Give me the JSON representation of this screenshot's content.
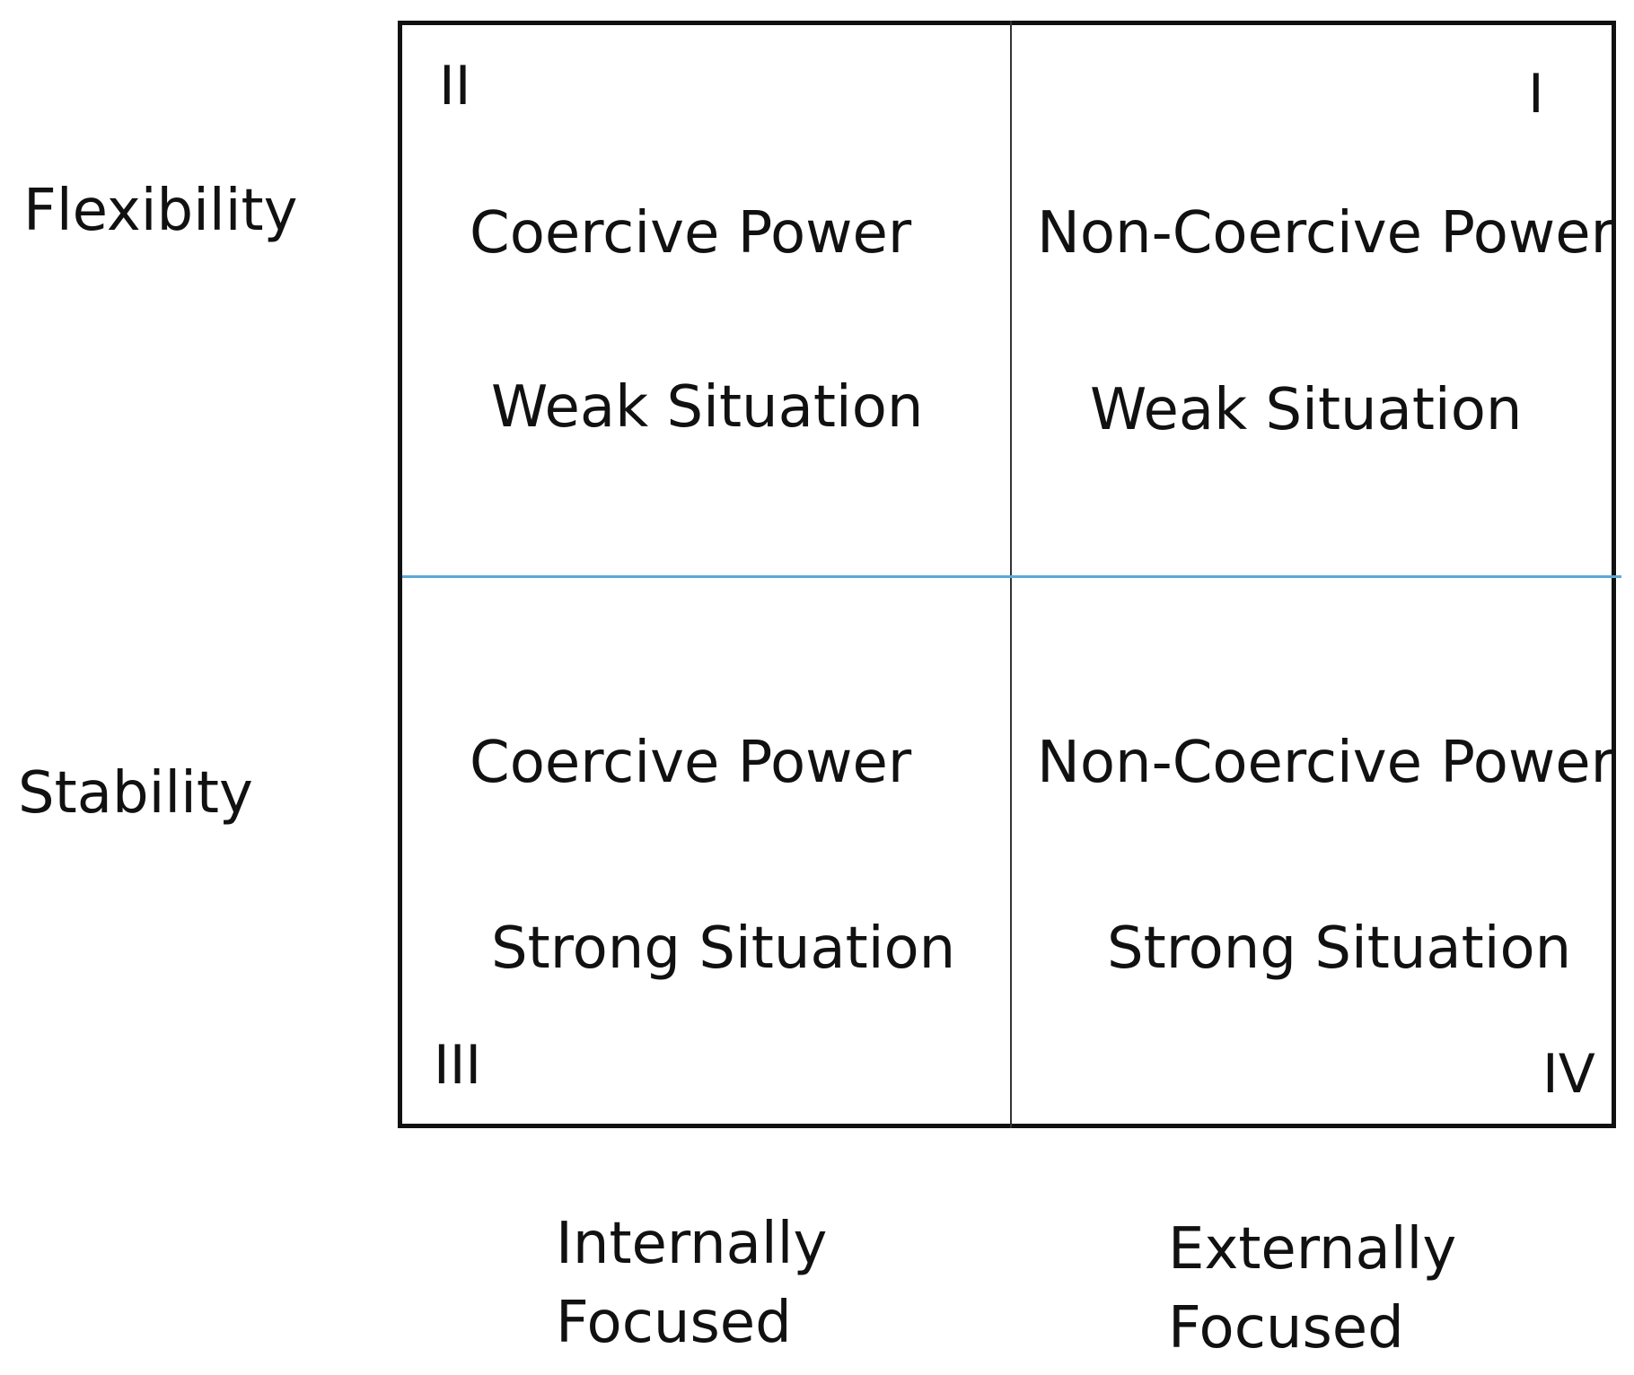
{
  "y_axis": {
    "top_label": "Flexibility",
    "bottom_label": "Stability"
  },
  "x_axis": {
    "left_label_line1": "Internally",
    "left_label_line2": "Focused",
    "right_label_line1": "Externally",
    "right_label_line2": "Focused"
  },
  "quadrants": {
    "top_left": {
      "numeral": "II",
      "power": "Coercive Power",
      "situation": "Weak Situation"
    },
    "top_right": {
      "numeral": "I",
      "power": "Non-Coercive Power",
      "situation": "Weak Situation"
    },
    "bottom_left": {
      "numeral": "III",
      "power": "Coercive Power",
      "situation": "Strong Situation"
    },
    "bottom_right": {
      "numeral": "IV",
      "power": "Non-Coercive Power",
      "situation": "Strong Situation"
    }
  },
  "colors": {
    "frame": "#111111",
    "vertical_divider": "#333333",
    "horizontal_divider": "#5ba9d6"
  }
}
